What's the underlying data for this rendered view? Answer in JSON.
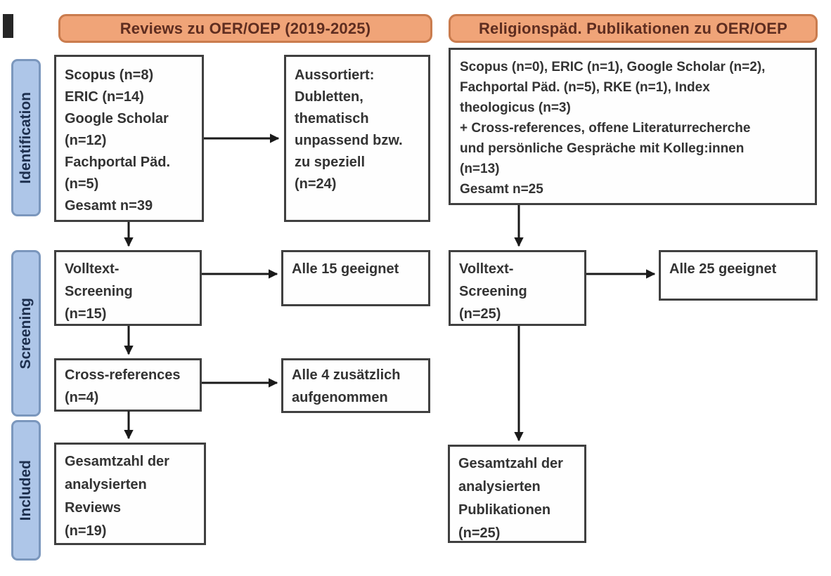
{
  "figure": {
    "headers": {
      "left": "Reviews zu OER/OEP (2019-2025)",
      "right": "Religionspäd. Publikationen zu OER/OEP"
    },
    "stages": {
      "identification": "Identification",
      "screening": "Screening",
      "included": "Included"
    },
    "colors": {
      "header_fill": "#f0a478",
      "header_border": "#ca7c4e",
      "header_text": "#5e2d20",
      "stage_fill": "#aec6e8",
      "stage_border": "#7b97bd",
      "stage_text": "#1d2f4e",
      "box_border": "#404040",
      "box_text": "#333333",
      "arrow": "#1a1a1a",
      "background": "#ffffff"
    },
    "left": {
      "identification_sources": {
        "lines": [
          "Scopus (n=8)",
          "ERIC (n=14)",
          "Google Scholar",
          "(n=12)",
          "Fachportal Päd.",
          "(n=5)",
          "Gesamt n=39"
        ]
      },
      "excluded": {
        "lines": [
          "Aussortiert:",
          "Dubletten,",
          "thematisch",
          "unpassend bzw.",
          "zu speziell",
          "(n=24)"
        ]
      },
      "fulltext_screening": {
        "lines": [
          "Volltext-",
          "Screening",
          "(n=15)"
        ]
      },
      "fulltext_result": {
        "lines": [
          "Alle 15 geeignet"
        ]
      },
      "crossreferences": {
        "lines": [
          "Cross-references",
          "(n=4)"
        ]
      },
      "crossreferences_result": {
        "lines": [
          "Alle 4 zusätzlich",
          "aufgenommen"
        ]
      },
      "included_total": {
        "lines": [
          "Gesamtzahl der",
          "analysierten",
          "Reviews",
          "(n=19)"
        ]
      }
    },
    "right": {
      "identification_sources": {
        "lines": [
          "Scopus (n=0), ERIC (n=1), Google Scholar (n=2),",
          "Fachportal Päd. (n=5), RKE (n=1), Index",
          "theologicus (n=3)",
          "+ Cross-references, offene Literaturrecherche",
          "und persönliche Gespräche mit Kolleg:innen",
          "(n=13)",
          "Gesamt n=25"
        ]
      },
      "fulltext_screening": {
        "lines": [
          "Volltext-",
          "Screening",
          "(n=25)"
        ]
      },
      "fulltext_result": {
        "lines": [
          "Alle 25 geeignet"
        ]
      },
      "included_total": {
        "lines": [
          "Gesamtzahl der",
          "analysierten",
          "Publikationen",
          "(n=25)"
        ]
      }
    }
  }
}
